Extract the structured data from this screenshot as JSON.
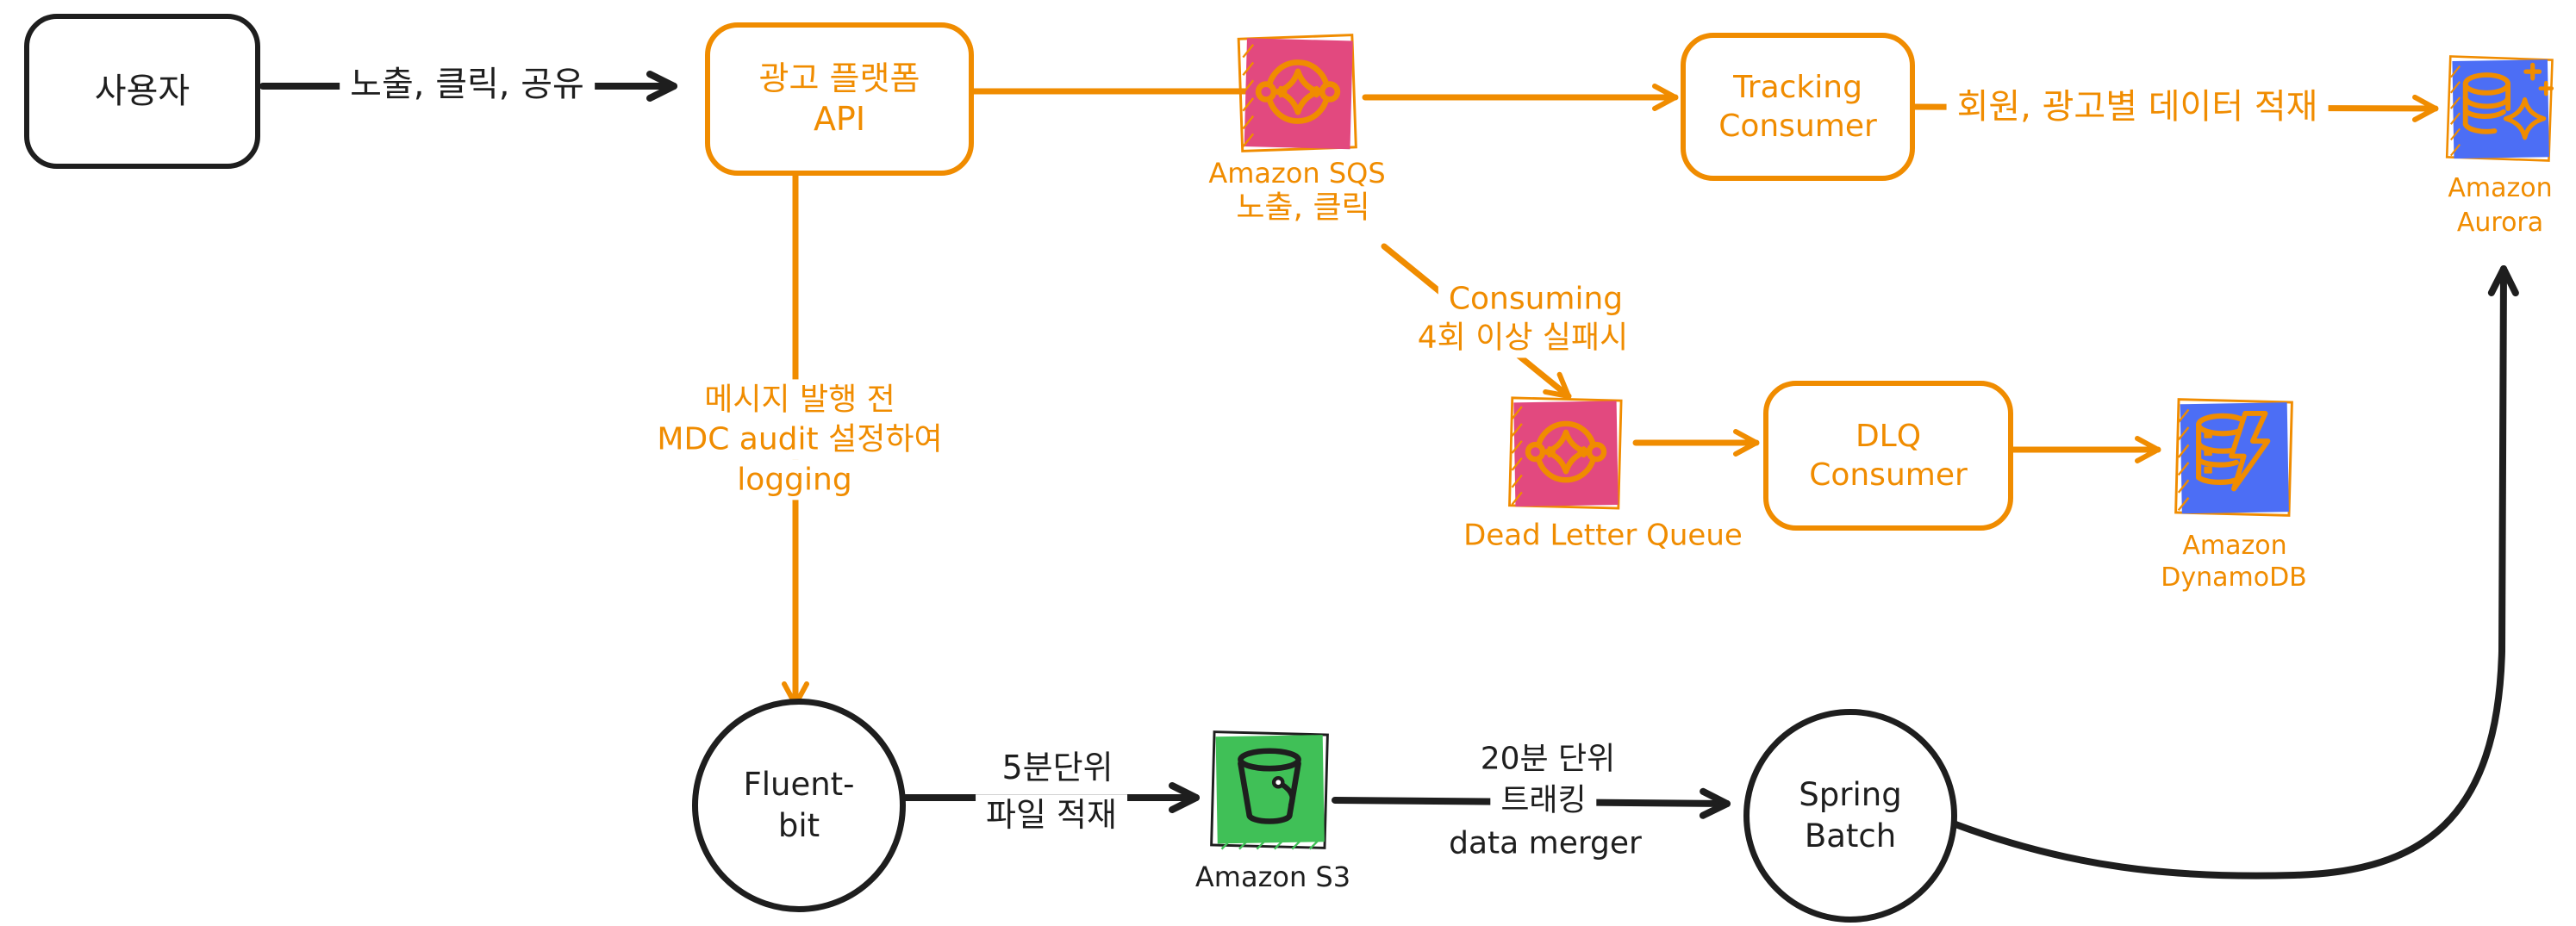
{
  "colors": {
    "orange": "#f08c00",
    "pink": "#e2497f",
    "blue": "#4c6ef5",
    "green": "#40c057",
    "ink": "#1e1e1e"
  },
  "nodes": {
    "user": {
      "label": "사용자"
    },
    "ad_platform_api": {
      "line1": "광고 플랫폼",
      "line2": "API"
    },
    "sqs": {
      "title": "Amazon SQS",
      "subtitle": "노출, 클릭"
    },
    "tracking_consumer": {
      "line1": "Tracking",
      "line2": "Consumer"
    },
    "aurora": {
      "line1": "Amazon",
      "line2": "Aurora"
    },
    "dead_letter_queue": {
      "label": "Dead Letter Queue"
    },
    "dlq_consumer": {
      "line1": "DLQ",
      "line2": "Consumer"
    },
    "dynamodb": {
      "line1": "Amazon",
      "line2": "DynamoDB"
    },
    "fluent_bit": {
      "line1": "Fluent-",
      "line2": "bit"
    },
    "s3": {
      "label": "Amazon S3"
    },
    "spring_batch": {
      "line1": "Spring",
      "line2": "Batch"
    }
  },
  "edges": {
    "user_to_api": {
      "label": "노출, 클릭, 공유"
    },
    "tracking_to_aurora": {
      "label": "회원, 광고별 데이터 적재"
    },
    "sqs_to_dlq": {
      "line1": "Consuming",
      "line2": "4회 이상 실패시"
    },
    "api_to_fluentbit": {
      "line1": "메시지 발행 전",
      "line2": "MDC audit 설정하여",
      "line3": "logging"
    },
    "fluentbit_to_s3": {
      "line1": "5분단위",
      "line2": "파일 적재"
    },
    "s3_to_springbatch": {
      "line1": "20분 단위",
      "line2": "트래킹",
      "line3": "data merger"
    }
  },
  "icons": {
    "sqs": "message-queue",
    "dead_letter_queue": "message-queue",
    "aurora": "database-sparkle",
    "dynamodb": "database-lightning",
    "s3": "bucket"
  }
}
